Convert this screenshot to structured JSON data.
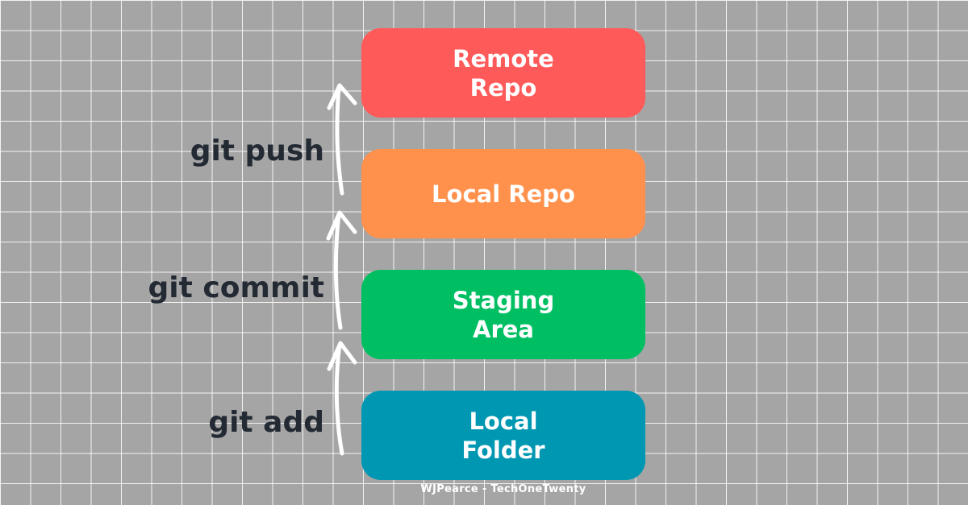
{
  "colors": {
    "background": "#a5a5a5",
    "grid_lines": "#ffffff",
    "command_text": "#232a33",
    "arrow": "#ffffff"
  },
  "stages": [
    {
      "label": "Remote\nRepo",
      "color": "#ff5a5a"
    },
    {
      "label": "Local Repo",
      "color": "#ff914d"
    },
    {
      "label": "Staging\nArea",
      "color": "#00bf63"
    },
    {
      "label": "Local\nFolder",
      "color": "#0097b2"
    }
  ],
  "commands": {
    "push": "git push",
    "commit": "git commit",
    "add": "git add"
  },
  "credit": "WJPearce - TechOneTwenty"
}
